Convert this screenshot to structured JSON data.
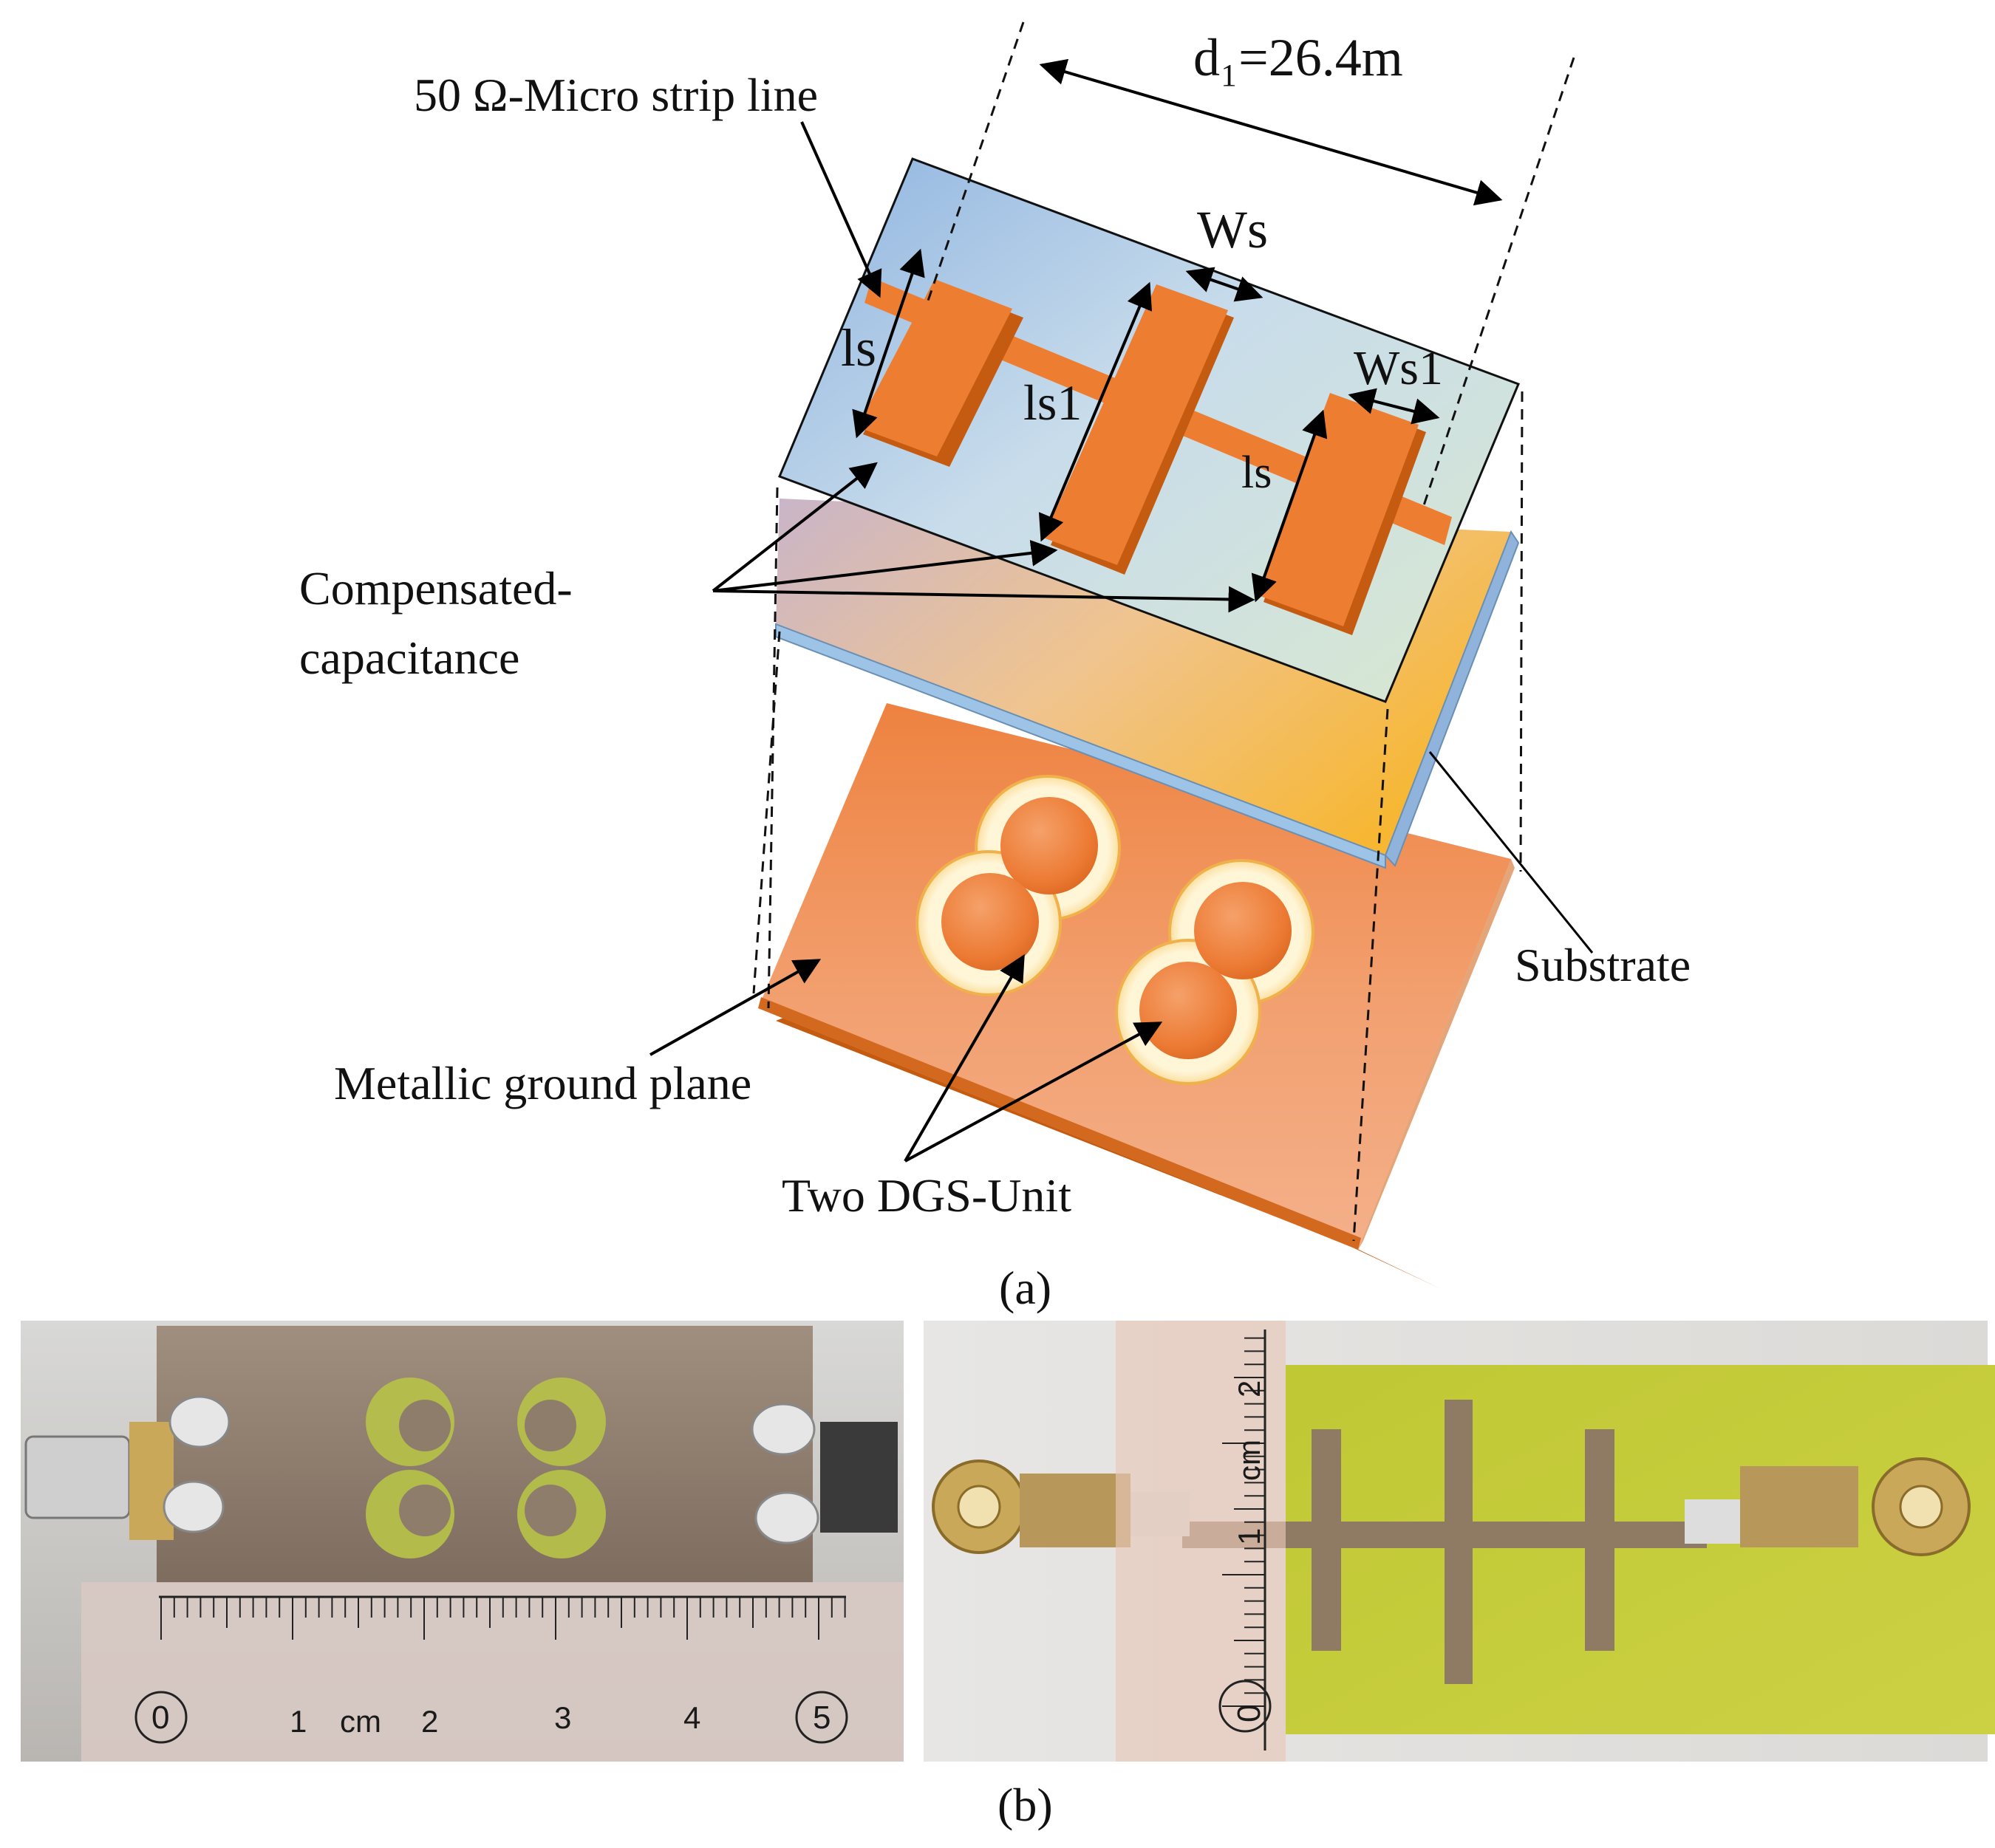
{
  "panel_a": {
    "dimension_d1": "d₁=26.4m",
    "label_ws": "Ws",
    "label_ws1": "Ws1",
    "label_ls_left": "ls",
    "label_ls1": "ls1",
    "label_ls_right": "ls",
    "microstrip_label": "50 Ω-Micro strip line",
    "compensated_label_line1": "Compensated-",
    "compensated_label_line2": "capacitance",
    "substrate_label": "Substrate",
    "ground_plane_label": "Metallic ground plane",
    "dgs_label": "Two DGS-Unit",
    "caption": "(a)"
  },
  "panel_b": {
    "caption": "(b)",
    "ruler_left_marks": [
      "0",
      "1",
      "cm",
      "2",
      "3",
      "4",
      "5"
    ],
    "ruler_right_marks": [
      "2",
      "cm",
      "1",
      "0"
    ]
  },
  "colors": {
    "copper": "#ED7D31",
    "copper_dark": "#C55A11",
    "substrate_blue": "#9DC3E6",
    "substrate_yellow": "#F4B942",
    "slot_cream": "#FFE9A6",
    "pcb_green": "#C9CF3C",
    "metal_plate": "#8F7D6C"
  }
}
